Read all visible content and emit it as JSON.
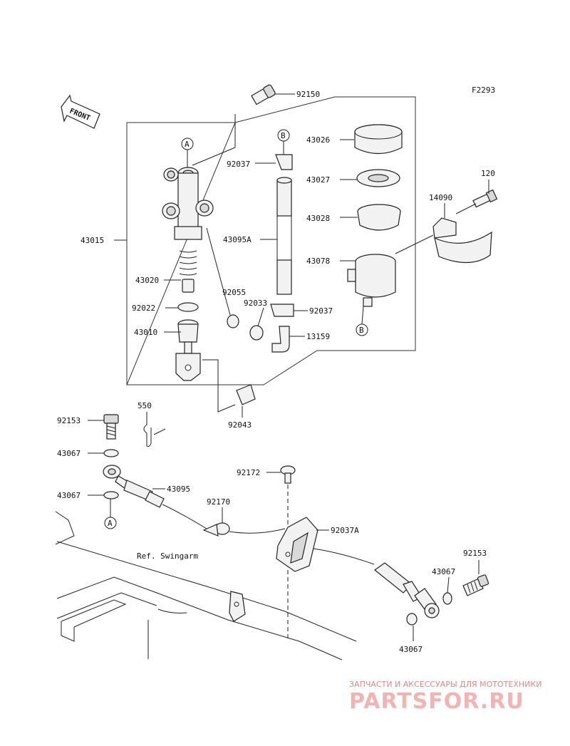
{
  "figure_code": "F2293",
  "direction_label": "FRONT",
  "ref_label": "Ref. Swingarm",
  "callouts": {
    "a": "A",
    "b": "B"
  },
  "parts": {
    "p92150": "92150",
    "p43026": "43026",
    "p92037_upper": "92037",
    "p43027": "43027",
    "p120": "120",
    "p14090": "14090",
    "p43015": "43015",
    "p43028": "43028",
    "p43095A": "43095A",
    "p43078": "43078",
    "p43020": "43020",
    "p92055": "92055",
    "p92033": "92033",
    "p92022": "92022",
    "p92037_lower": "92037",
    "p43010": "43010",
    "p13159": "13159",
    "p92043": "92043",
    "p550": "550",
    "p92153_left": "92153",
    "p43067_left_upper": "43067",
    "p43095": "43095",
    "p92172": "92172",
    "p43067_left_lower": "43067",
    "p92170": "92170",
    "p92037A": "92037A",
    "p92153_right": "92153",
    "p43067_right_upper": "43067",
    "p43067_right_lower": "43067"
  },
  "watermark": {
    "tagline": "ЗАПЧАСТИ И АКСЕССУАРЫ ДЛЯ МОТОТЕХНИКИ",
    "brand": "PARTSFOR.RU"
  },
  "colors": {
    "line": "#222222",
    "watermark_brand": "#f2b3b3",
    "watermark_tagline": "#d98a8a"
  }
}
